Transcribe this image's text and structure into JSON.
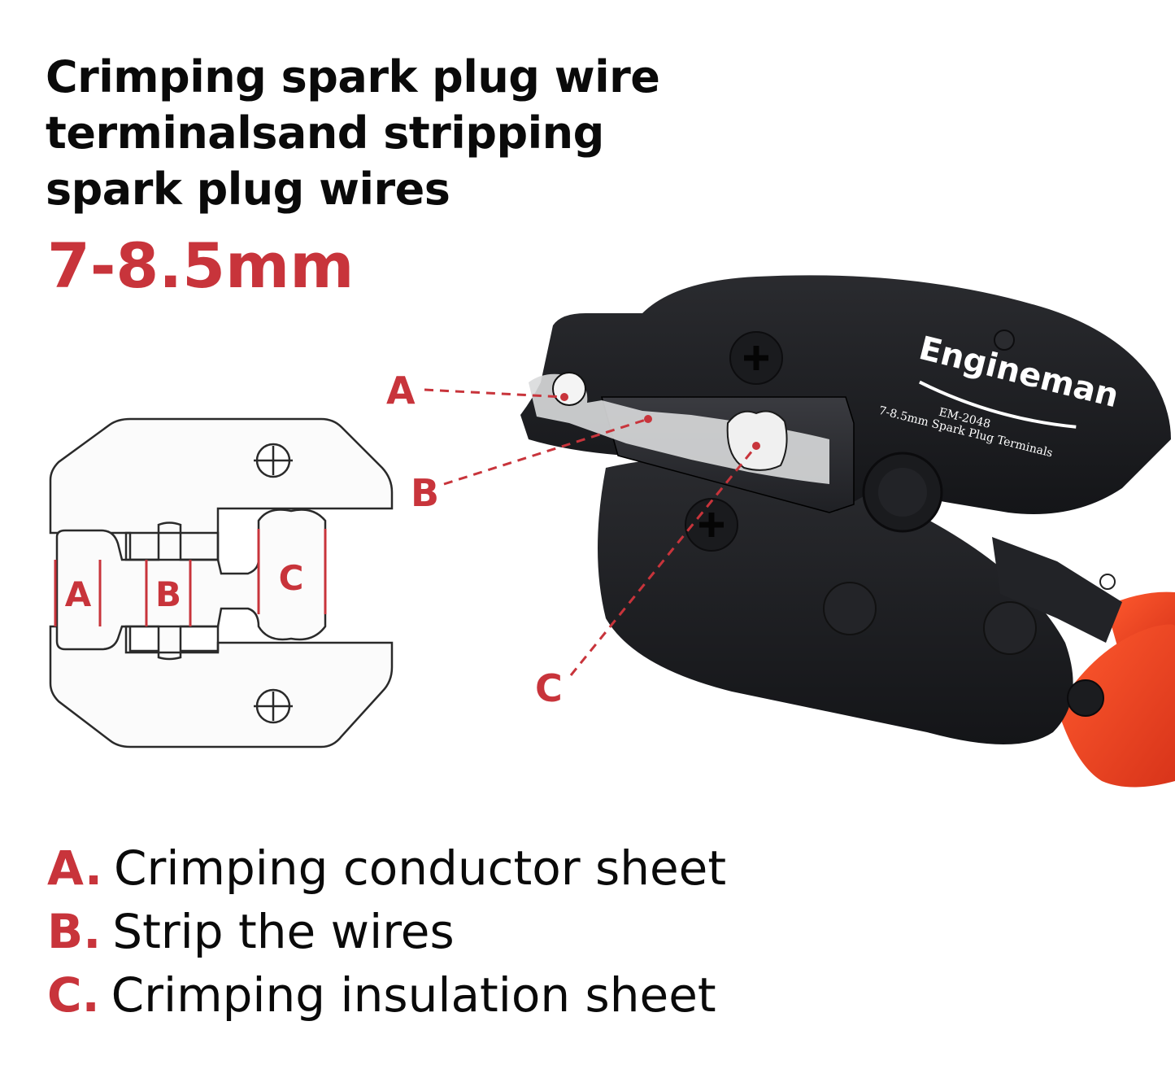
{
  "headline": {
    "line1": "Crimping spark plug wire",
    "line2": "terminalsand stripping",
    "line3": "spark plug wires"
  },
  "size_range": "7-8.5mm",
  "colors": {
    "accent_red": "#c8343b",
    "tool_black": "#1c1d20",
    "handle_orange": "#e8401f"
  },
  "die_diagram": {
    "slot_labels": [
      "A",
      "B",
      "C"
    ]
  },
  "tool": {
    "brand": "Engineman",
    "model": "EM-2048",
    "spec": "7-8.5mm Spark Plug Terminals"
  },
  "callouts": [
    "A",
    "B",
    "C"
  ],
  "legend": [
    {
      "key": "A.",
      "text": "Crimping conductor sheet"
    },
    {
      "key": "B.",
      "text": "Strip the wires"
    },
    {
      "key": "C.",
      "text": "Crimping insulation sheet"
    }
  ]
}
